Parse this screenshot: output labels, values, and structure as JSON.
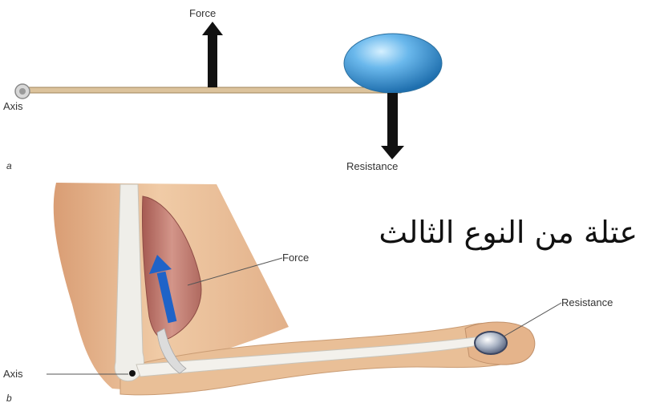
{
  "panel_a": {
    "panel_label": "a",
    "force_label": "Force",
    "axis_label": "Axis",
    "resistance_label": "Resistance"
  },
  "panel_b": {
    "panel_label": "b",
    "force_label": "Force",
    "axis_label": "Axis",
    "resistance_label": "Resistance"
  },
  "title": "عتلة من النوع الثالث",
  "colors": {
    "lever": "#dcc39c",
    "arrow": "#111111",
    "ball": "#3f9bd8",
    "skin": "#e9bf97",
    "muscle": "#c88277",
    "bone": "#efeee9",
    "force_arrow_b": "#1f63c8"
  }
}
